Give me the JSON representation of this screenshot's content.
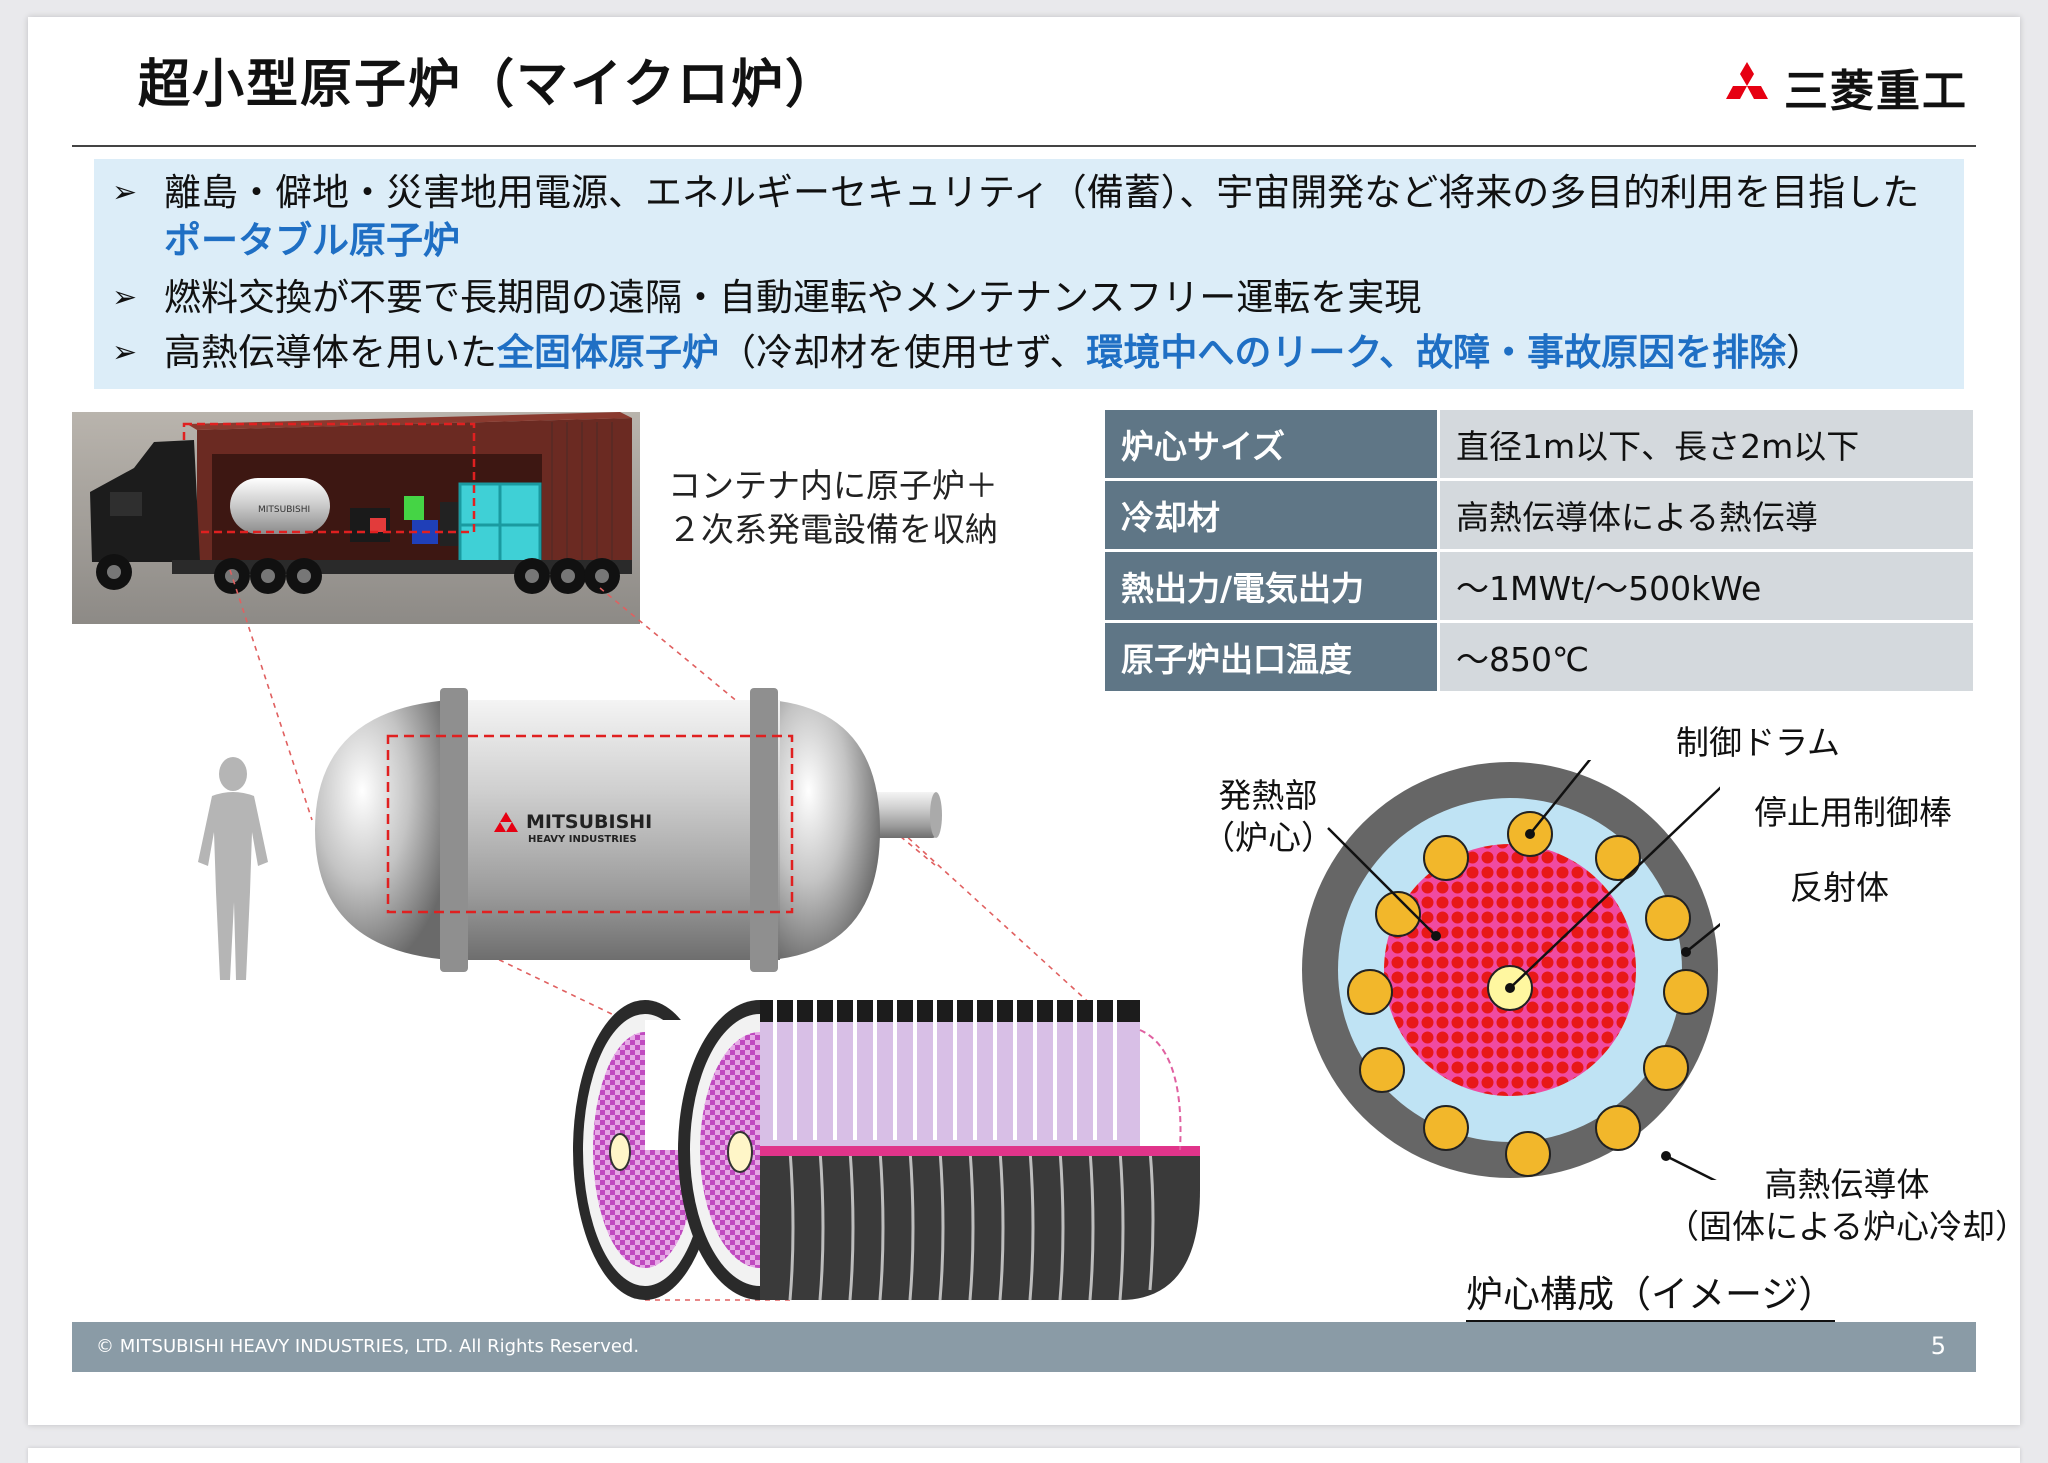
{
  "slide": {
    "title": "超小型原子炉（マイクロ炉）",
    "logo_text": "三菱重工",
    "bullets": [
      {
        "mark": "➢",
        "line1": "離島・僻地・災害地用電源、エネルギーセキュリティ（備蓄）、宇宙開発など将来の多目的利用を目指した",
        "line2_hl": "ポータブル原子炉"
      },
      {
        "mark": "➢",
        "text": "燃料交換が不要で長期間の遠隔・自動運転やメンテナンスフリー運転を実現"
      },
      {
        "mark": "➢",
        "a": "高熱伝導体を用いた",
        "b_hl": "全固体原子炉",
        "c": "（冷却材を使用せず、",
        "d_hl": "環境中へのリーク、故障・事故原因を排除",
        "e": "）"
      }
    ],
    "container_caption": "コンテナ内に原子炉＋\n２次系発電設備を収納",
    "truck_tank_text": "MITSUBISHI",
    "vessel_brand": {
      "line1": "MITSUBISHI",
      "line2": "HEAVY INDUSTRIES"
    },
    "specs": [
      {
        "key": "炉心サイズ",
        "value": "直径1m以下、長さ2m以下"
      },
      {
        "key": "冷却材",
        "value": "高熱伝導体による熱伝導"
      },
      {
        "key": "熱出力/電気出力",
        "value": "～1MWt/～500kWe"
      },
      {
        "key": "原子炉出口温度",
        "value": "～850℃"
      }
    ],
    "core_labels": {
      "control_drum": "制御ドラム",
      "heat_part": "発熱部\n（炉心）",
      "shutdown_rod": "停止用制御棒",
      "reflector": "反射体",
      "conductor": "高熱伝導体\n（固体による炉心冷却）"
    },
    "core_caption": "炉心構成（イメージ）",
    "footer_copyright": "© MITSUBISHI HEAVY INDUSTRIES, LTD.  All Rights Reserved.",
    "page_number": "5",
    "colors": {
      "accent_blue": "#1f6fc4",
      "bullet_bg": "#dcedf8",
      "table_key_bg": "#5f7686",
      "table_val_bg": "#d4d9dd",
      "footer_bg": "#8a9ba6",
      "logo_red": "#e60012"
    }
  }
}
